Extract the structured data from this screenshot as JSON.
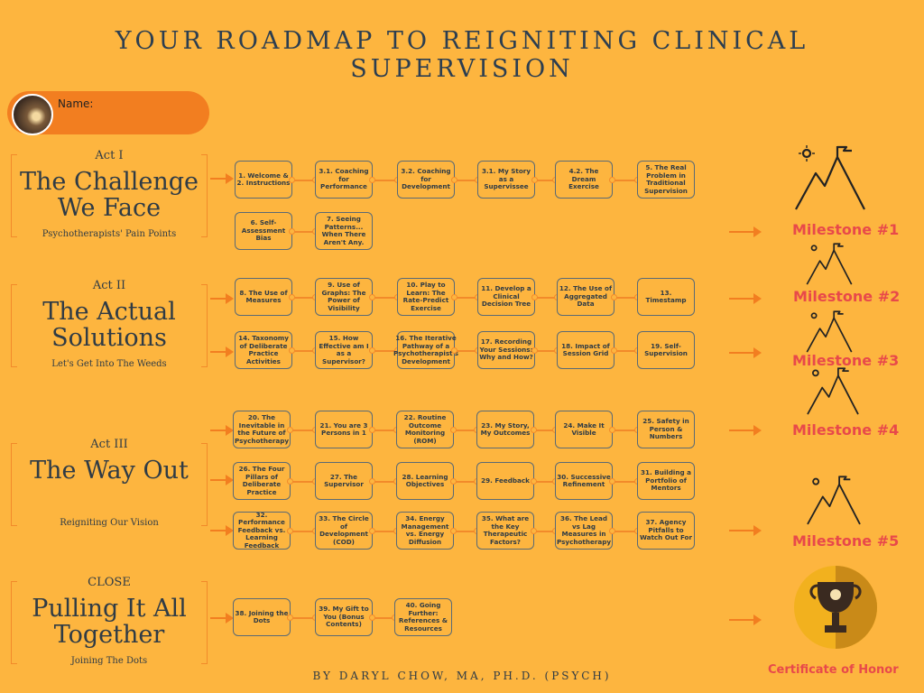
{
  "title": "YOUR ROADMAP TO REIGNITING CLINICAL SUPERVISION",
  "name_label": "Name:",
  "acts": [
    {
      "label": "Act I",
      "title": "The Challenge We Face",
      "subtitle": "Psychotherapists' Pain Points"
    },
    {
      "label": "Act II",
      "title": "The Actual Solutions",
      "subtitle": "Let's Get Into The Weeds"
    },
    {
      "label": "Act III",
      "title": "The Way Out",
      "subtitle": "Reigniting Our Vision"
    },
    {
      "label": "CLOSE",
      "title": "Pulling It All Together",
      "subtitle": "Joining The Dots"
    }
  ],
  "rows": [
    {
      "items": [
        "1. Welcome & 2. Instructions",
        "3.1. Coaching for Performance",
        "3.2. Coaching for Development",
        "3.1. My Story as a Supervissee",
        "4.2. The Dream Exercise",
        "5. The Real Problem in Traditional Supervision"
      ]
    },
    {
      "items": [
        "6. Self-Assessment Bias",
        "7. Seeing Patterns... When There Aren't Any."
      ]
    },
    {
      "items": [
        "8. The Use of Measures",
        "9. Use of Graphs: The Power of Visibility",
        "10. Play to Learn: The Rate-Predict Exercise",
        "11. Develop a Clinical Decision Tree",
        "12. The Use of Aggregated Data",
        "13. Timestamp"
      ]
    },
    {
      "items": [
        "14. Taxonomy of Deliberate Practice Activities",
        "15. How Effective am I as a Supervisor?",
        "16. The Iterative Pathway of a Psychotherapist's Development",
        "17. Recording Your Sessions: Why and How?",
        "18. Impact of Session Grid",
        "19. Self-Supervision"
      ]
    },
    {
      "items": [
        "20. The Inevitable in the Future of Psychotherapy",
        "21. You are 3 Persons in 1",
        "22. Routine Outcome Monitoring (ROM)",
        "23. My Story, My Outcomes",
        "24. Make It Visible",
        "25. Safety in Person & Numbers"
      ]
    },
    {
      "items": [
        "26. The Four Pillars of Deliberate Practice",
        "27. The Supervisor",
        "28. Learning Objectives",
        "29. Feedback",
        "30. Successive Refinement",
        "31. Building a Portfolio of Mentors"
      ]
    },
    {
      "items": [
        "32. Performance Feedback vs. Learning Feedback",
        "33. The Circle of Development (COD)",
        "34. Energy Management vs. Energy Diffusion",
        "35. What are the Key Therapeutic Factors?",
        "36. The Lead vs Lag Measures in Psychotherapy",
        "37. Agency Pitfalls to Watch Out For"
      ]
    },
    {
      "items": [
        "38. Joining the Dots",
        "39. My Gift to You (Bonus Contents)",
        "40. Going Further: References & Resources"
      ]
    }
  ],
  "milestones": [
    "Milestone #1",
    "Milestone #2",
    "Milestone #3",
    "Milestone #4",
    "Milestone #5"
  ],
  "certificate": "Certificate of Honor",
  "byline": "BY DARYL CHOW, MA, PH.D. (PSYCH)",
  "colors": {
    "background": "#FDB53F",
    "accent": "#F27E20",
    "milestone": "#E8494A",
    "text": "#2f3b45"
  }
}
